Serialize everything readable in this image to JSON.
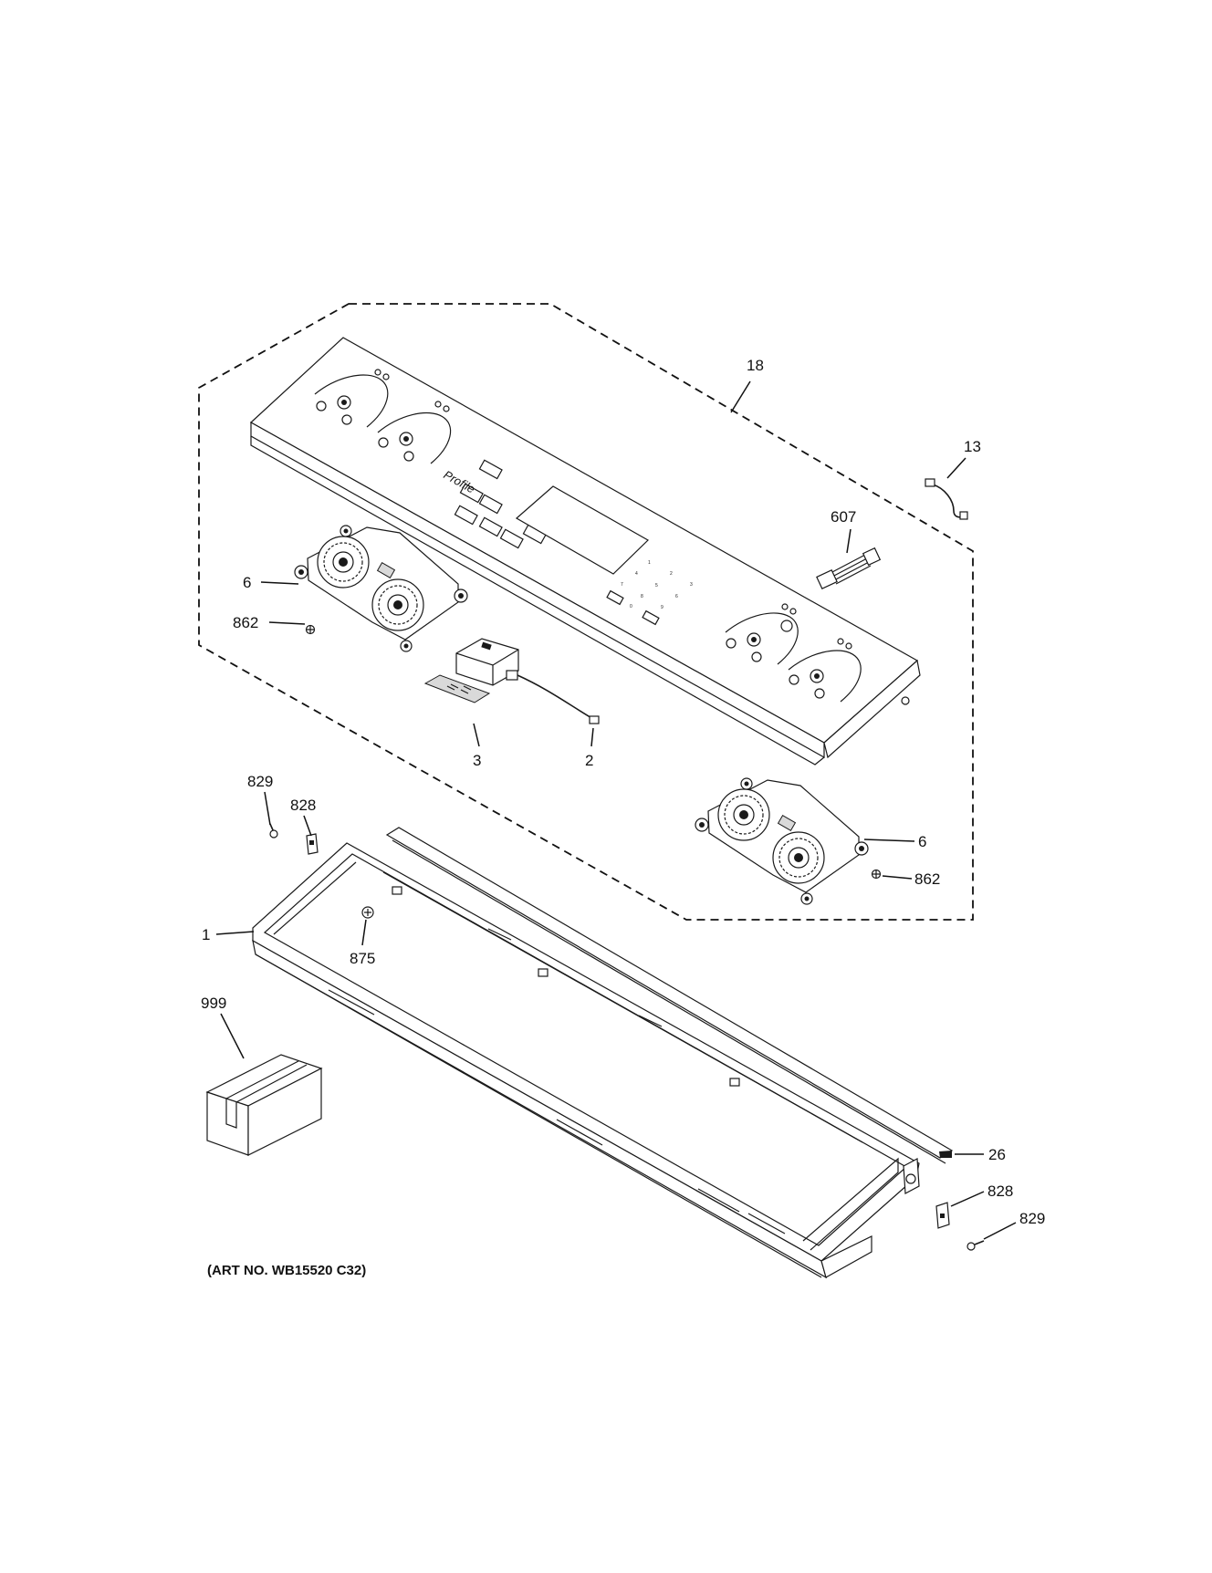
{
  "diagram": {
    "art_number": "(ART NO. WB15520 C32)",
    "callouts": [
      {
        "id": "c18",
        "label": "18"
      },
      {
        "id": "c13",
        "label": "13"
      },
      {
        "id": "c607",
        "label": "607"
      },
      {
        "id": "c6a",
        "label": "6"
      },
      {
        "id": "c862a",
        "label": "862"
      },
      {
        "id": "c3",
        "label": "3"
      },
      {
        "id": "c2",
        "label": "2"
      },
      {
        "id": "c829a",
        "label": "829"
      },
      {
        "id": "c828a",
        "label": "828"
      },
      {
        "id": "c1",
        "label": "1"
      },
      {
        "id": "c875",
        "label": "875"
      },
      {
        "id": "c6b",
        "label": "6"
      },
      {
        "id": "c862b",
        "label": "862"
      },
      {
        "id": "c999",
        "label": "999"
      },
      {
        "id": "c26",
        "label": "26"
      },
      {
        "id": "c828b",
        "label": "828"
      },
      {
        "id": "c829b",
        "label": "829"
      }
    ],
    "panel_text": {
      "brand": "Profile",
      "keypad": [
        "1",
        "2",
        "3",
        "4",
        "5",
        "6",
        "7",
        "8",
        "9",
        "0"
      ]
    }
  }
}
